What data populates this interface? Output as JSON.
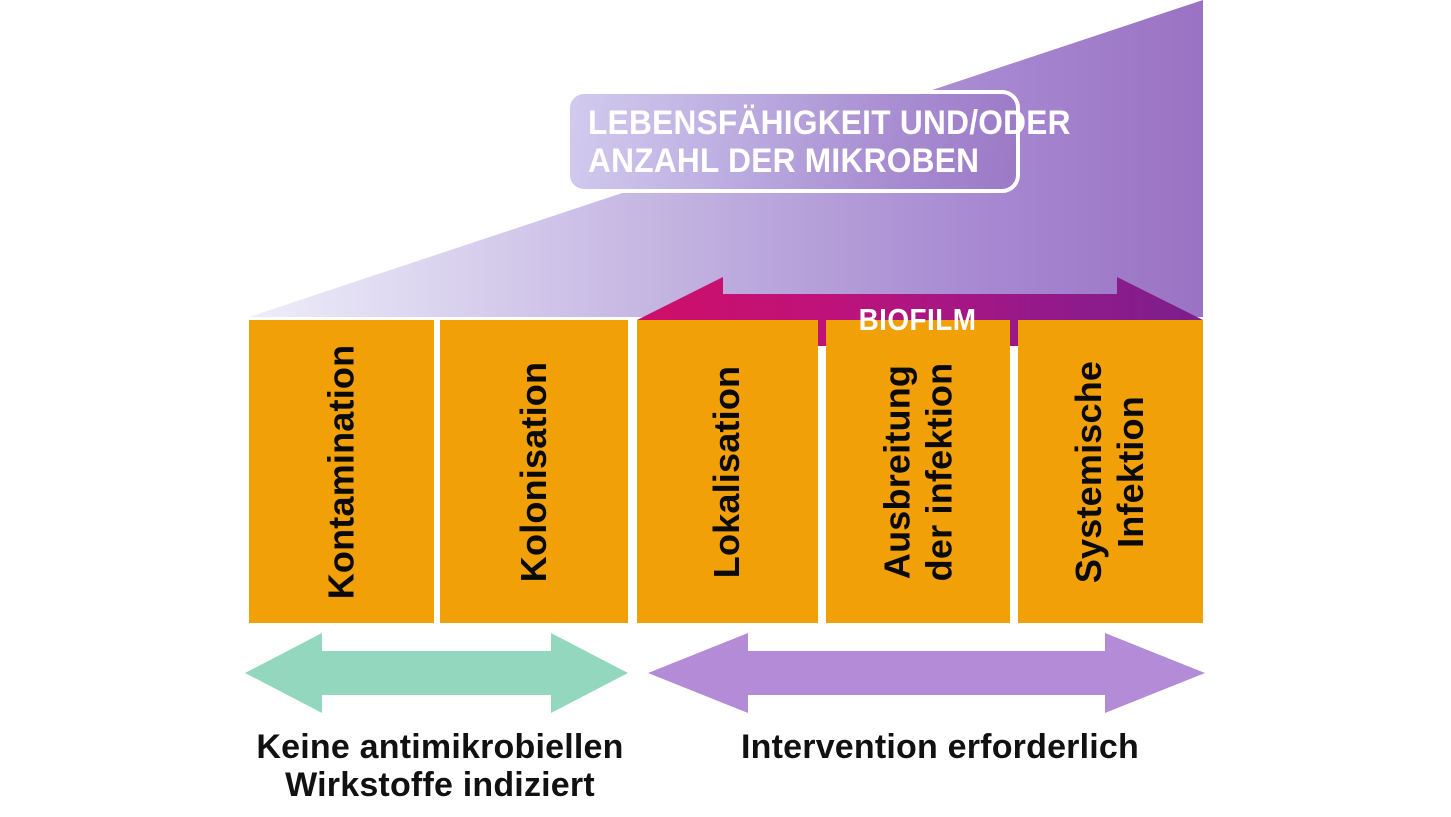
{
  "diagram": {
    "title_banner": {
      "line1": "LEBENSFÄHIGKEIT UND/ODER",
      "line2": "ANZAHL DER MIKROBEN",
      "gradient_from": "#d2cbee",
      "gradient_to": "#9b79c6",
      "border_color": "#ffffff",
      "text_color": "#ffffff"
    },
    "background_wedge": {
      "name": "increasing-microbial-burden-wedge",
      "gradient_from": "#ece9f8",
      "gradient_to": "#9b72c4"
    },
    "biofilm_arrow": {
      "label": "BIOFILM",
      "gradient_from": "#CE0F69",
      "gradient_to": "#7B1F8C",
      "label_color": "#ffffff"
    },
    "stages": [
      {
        "label": "Kontamination",
        "lines": [
          "Kontamination"
        ],
        "color": "#F2A007"
      },
      {
        "label": "Kolonisation",
        "lines": [
          "Kolonisation"
        ],
        "color": "#F2A007"
      },
      {
        "label": "Lokalisation",
        "lines": [
          "Lokalisation"
        ],
        "color": "#F2A007"
      },
      {
        "label": "Ausbreitung der infektion",
        "lines": [
          "Ausbreitung",
          "der infektion"
        ],
        "color": "#F2A007"
      },
      {
        "label": "Systemische Infektion",
        "lines": [
          "Systemische",
          "Infektion"
        ],
        "color": "#F2A007"
      }
    ],
    "bottom_arrows": [
      {
        "name": "no-antimicrobials-arrow",
        "color": "#93D8BE",
        "caption_line1": "Keine antimikrobiellen",
        "caption_line2": "Wirkstoffe indiziert"
      },
      {
        "name": "intervention-required-arrow",
        "color": "#B48BD6",
        "caption_line1": "Intervention erforderlich",
        "caption_line2": ""
      }
    ]
  }
}
